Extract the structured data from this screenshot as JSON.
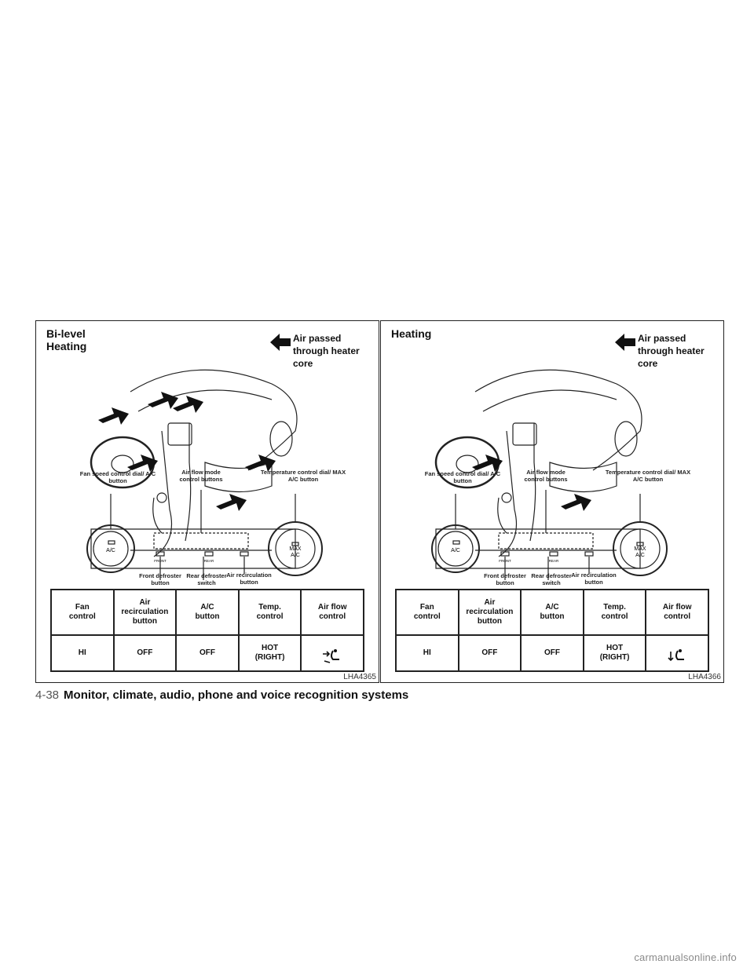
{
  "panels": [
    {
      "title": "Bi-level\nHeating",
      "legend": "Air passed\nthrough heater\ncore",
      "legend_marker": ":",
      "callouts": {
        "fan_speed": "Fan speed control dial/ A/C\nbutton",
        "air_flow_mode": "Air flow mode\ncontrol buttons",
        "temperature": "Temperature control dial/ MAX\nA/C button",
        "front_defroster": "Front defroster\nbutton",
        "rear_defroster": "Rear defroster\nswitch",
        "air_recirculation": "Air recirculation\nbutton"
      },
      "dial_labels": {
        "left": "A/C",
        "right_top": "MAX",
        "right_bottom": "A/C",
        "front": "FRONT",
        "rear": "REAR"
      },
      "table": {
        "headers": [
          "Fan\ncontrol",
          "Air\nrecirculation\nbutton",
          "A/C\nbutton",
          "Temp.\ncontrol",
          "Air flow\ncontrol"
        ],
        "values": [
          "HI",
          "OFF",
          "OFF",
          "HOT\n(RIGHT)",
          ""
        ],
        "airflow_icon": "bi-level-vent-icon"
      },
      "code": "LHA4365"
    },
    {
      "title": "Heating",
      "legend": "Air passed\nthrough heater\ncore",
      "legend_marker": ":",
      "callouts": {
        "fan_speed": "Fan speed control dial/ A/C\nbutton",
        "air_flow_mode": "Air flow mode\ncontrol buttons",
        "temperature": "Temperature control dial/ MAX\nA/C button",
        "front_defroster": "Front defroster\nbutton",
        "rear_defroster": "Rear defroster\nswitch",
        "air_recirculation": "Air recirculation\nbutton"
      },
      "dial_labels": {
        "left": "A/C",
        "right_top": "MAX",
        "right_bottom": "A/C",
        "front": "FRONT",
        "rear": "REAR"
      },
      "table": {
        "headers": [
          "Fan\ncontrol",
          "Air\nrecirculation\nbutton",
          "A/C\nbutton",
          "Temp.\ncontrol",
          "Air flow\ncontrol"
        ],
        "values": [
          "HI",
          "OFF",
          "OFF",
          "HOT\n(RIGHT)",
          ""
        ],
        "airflow_icon": "foot-vent-icon"
      },
      "code": "LHA4366"
    }
  ],
  "footer": {
    "page_number": "4-38",
    "section_title": "Monitor, climate, audio, phone and voice recognition systems"
  },
  "watermark": "carmanualsonline.info"
}
